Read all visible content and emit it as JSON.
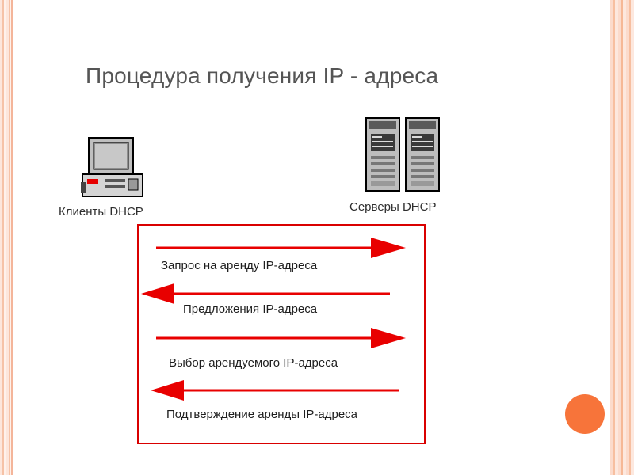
{
  "slide": {
    "title": "Процедура получения IP - адреса"
  },
  "diagram": {
    "client_label": "Клиенты DHCP",
    "server_label": "Серверы DHCP",
    "messages": [
      {
        "text": "Запрос на аренду IP-адреса",
        "direction": "client-to-server"
      },
      {
        "text": "Предложения IP-адреса",
        "direction": "server-to-client"
      },
      {
        "text": "Выбор арендуемого IP-адреса",
        "direction": "client-to-server"
      },
      {
        "text": "Подтверждение аренды IP-адреса",
        "direction": "server-to-client"
      }
    ],
    "arrow_color": "#e80000",
    "box_color": "#d90000"
  },
  "theme": {
    "accent": "#f7743a",
    "frame": "#f4b59a"
  }
}
